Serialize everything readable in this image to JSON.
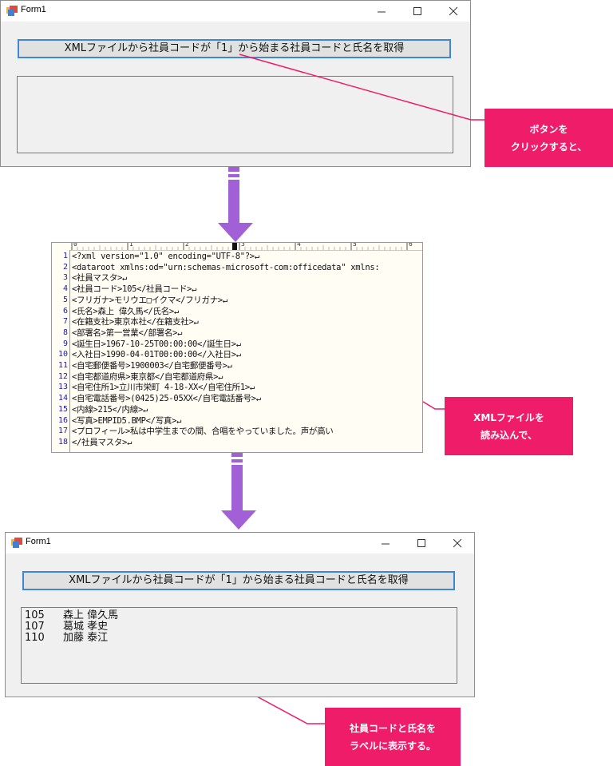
{
  "form_top": {
    "title": "Form1",
    "button_label": "XMLファイルから社員コードが「1」から始まる社員コードと氏名を取得"
  },
  "form_bottom": {
    "title": "Form1",
    "button_label": "XMLファイルから社員コードが「1」から始まる社員コードと氏名を取得",
    "results": [
      {
        "code": "105",
        "name": "森上 偉久馬"
      },
      {
        "code": "107",
        "name": "葛城 孝史"
      },
      {
        "code": "110",
        "name": "加藤 泰江"
      }
    ]
  },
  "editor": {
    "ruler_marks": [
      "0",
      "1",
      "2",
      "3",
      "4",
      "5",
      "6"
    ],
    "lines": [
      {
        "num": "1",
        "text": "<?xml version=\"1.0\" encoding=\"UTF-8\"?>↵"
      },
      {
        "num": "2",
        "text": "<dataroot xmlns:od=\"urn:schemas-microsoft-com:officedata\" xmlns:"
      },
      {
        "num": "3",
        "text": "<社員マスタ>↵"
      },
      {
        "num": "4",
        "text": "<社員コード>105</社員コード>↵"
      },
      {
        "num": "5",
        "text": "<フリガナ>モリウエ□イクマ</フリガナ>↵"
      },
      {
        "num": "6",
        "text": "<氏名>森上 偉久馬</氏名>↵"
      },
      {
        "num": "7",
        "text": "<在籍支社>東京本社</在籍支社>↵"
      },
      {
        "num": "8",
        "text": "<部署名>第一営業</部署名>↵"
      },
      {
        "num": "9",
        "text": "<誕生日>1967-10-25T00:00:00</誕生日>↵"
      },
      {
        "num": "10",
        "text": "<入社日>1990-04-01T00:00:00</入社日>↵"
      },
      {
        "num": "11",
        "text": "<自宅郵便番号>1900003</自宅郵便番号>↵"
      },
      {
        "num": "12",
        "text": "<自宅都道府県>東京都</自宅都道府県>↵"
      },
      {
        "num": "13",
        "text": "<自宅住所1>立川市栄町 4-18-XX</自宅住所1>↵"
      },
      {
        "num": "14",
        "text": "<自宅電話番号>(0425)25-05XX</自宅電話番号>↵"
      },
      {
        "num": "15",
        "text": "<内線>215</内線>↵"
      },
      {
        "num": "16",
        "text": "<写真>EMPID5.BMP</写真>↵"
      },
      {
        "num": "17",
        "text": "<プロフィール>私は中学生までの間、合唱をやっていました。声が高い"
      },
      {
        "num": "18",
        "text": "</社員マスタ>↵"
      }
    ]
  },
  "callouts": {
    "first": [
      "ボタンを",
      "クリックすると、"
    ],
    "second": [
      "XMLファイルを",
      "読み込んで、"
    ],
    "third": [
      "社員コードと氏名を",
      "ラベルに表示する。"
    ]
  },
  "colors": {
    "callout": "#ef1c6a",
    "arrow": "#a160d6",
    "button_border": "#3f86d4",
    "window_bg": "#f0f0f0"
  }
}
